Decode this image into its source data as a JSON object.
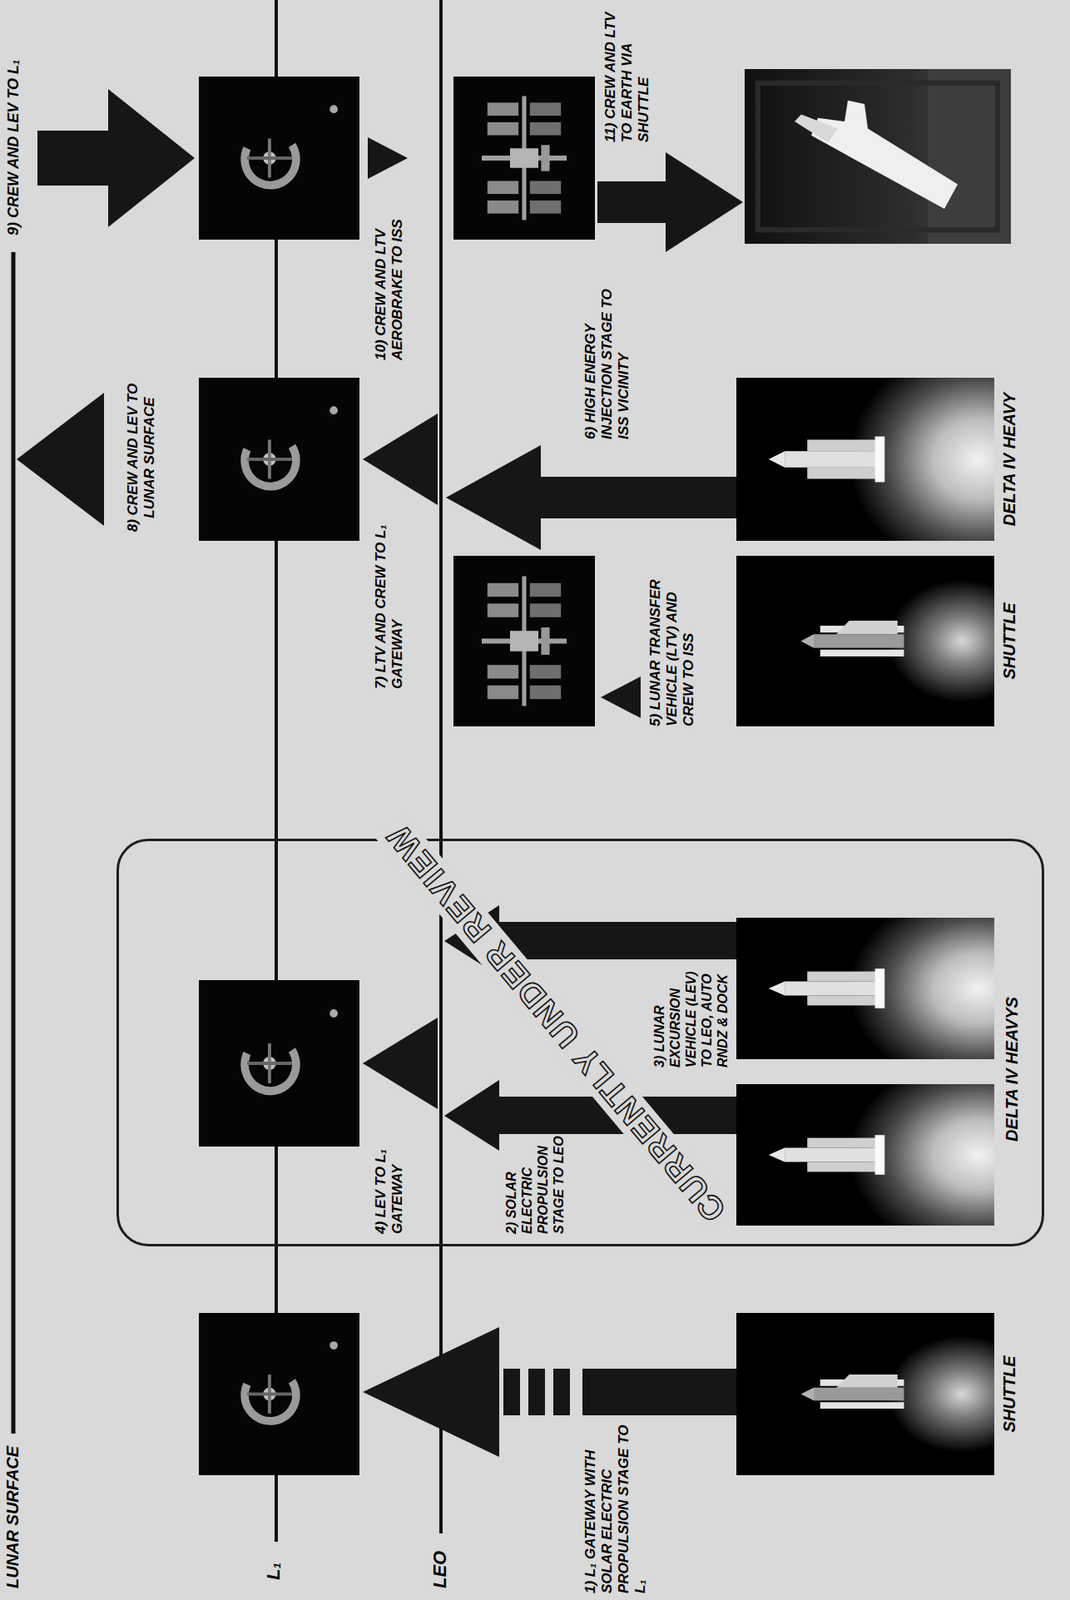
{
  "diagram": {
    "nodes": [
      {
        "text": [
          "SHUTTLE"
        ]
      },
      {
        "text": [
          "CURRENTLY UNDER REVIEW"
        ]
      },
      {
        "text": [
          "DELTA IV HEAVYS"
        ],
        "in": 1
      },
      {
        "text": [
          "SHUTTLE"
        ]
      },
      {
        "text": [
          "DELTA IV HEAVY"
        ]
      }
    ],
    "labels": [
      "LUNAR SURFACE",
      "L₁",
      "LEO",
      "1) L₁ GATEWAY WITH SOLAR ELECTRIC PROPULSION STAGE TO L₁",
      "2) SOLAR ELECTRIC PROPULSION STAGE TO LEO",
      "3) LUNAR EXCURSION VEHICLE (LEV) TO LEO, AUTO RNDZ & DOCK",
      "4) LEV TO L₁ GATEWAY",
      "5) LUNAR TRANSFER VEHICLE (LTV) AND CREW TO ISS",
      "6) HIGH ENERGY INJECTION STAGE TO ISS VICINITY",
      "7) LTV AND CREW TO L₁ GATEWAY",
      "8) CREW AND LEV TO LUNAR SURFACE",
      "9) CREW AND LEV TO L₁",
      "10) CREW AND LTV AEROBRAKE TO ISS",
      "11) CREW AND LTV TO EARTH VIA SHUTTLE"
    ]
  }
}
